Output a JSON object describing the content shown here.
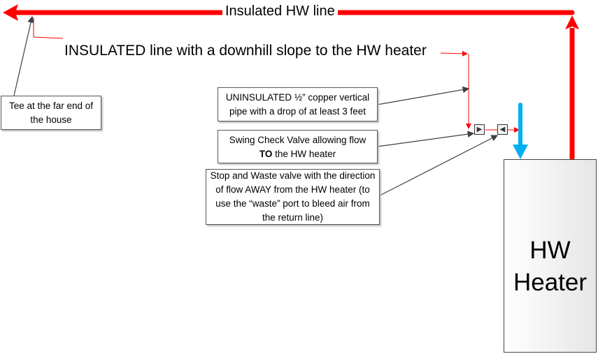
{
  "title": "Insulated HW line",
  "slope_label": "INSULATED line with a downhill slope to the HW heater",
  "callouts": {
    "tee": "Tee at the far end of the house",
    "uninsulated": "UNINSULATED ½” copper vertical pipe with a drop of at least 3 feet",
    "swing_pre": "Swing Check Valve allowing flow ",
    "swing_bold": "TO",
    "swing_post": " the HW heater",
    "stop": "Stop and Waste valve with the direction of flow AWAY from the HW heater (to use the “waste” port to bleed air from the return line)"
  },
  "heater": {
    "line1": "HW",
    "line2": "Heater"
  },
  "colors": {
    "hot": "#ff0000",
    "cold": "#00b0f0",
    "leader": "#404040"
  }
}
